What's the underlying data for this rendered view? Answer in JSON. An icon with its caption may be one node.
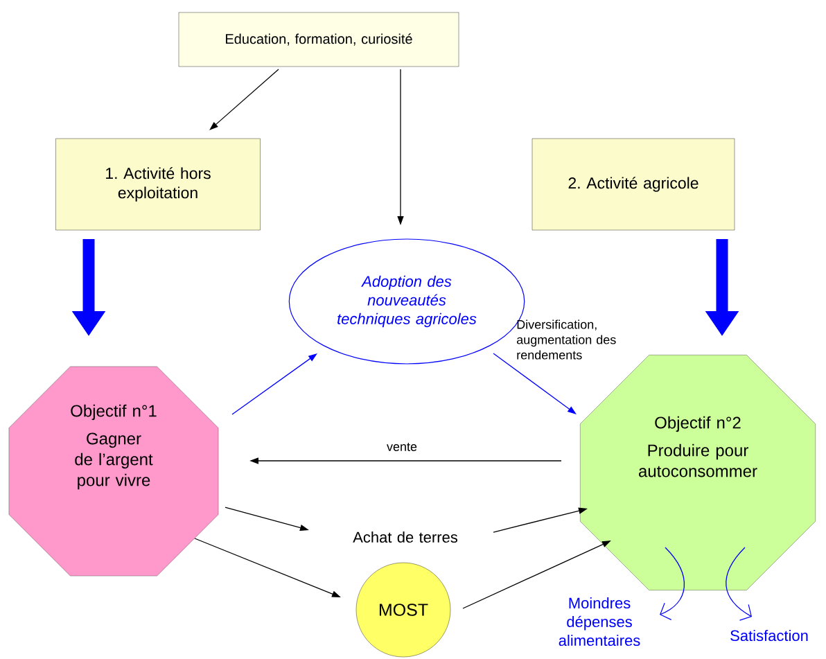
{
  "diagram": {
    "nodes": [
      {
        "text": [
          "Education, formation, curiosité"
        ]
      },
      {
        "text": [
          "1. Activité hors exploitation"
        ]
      },
      {
        "text": [
          "2. Activité agricole"
        ]
      },
      {
        "text": [
          "Adoption des nouveautés techniques agricoles"
        ]
      },
      {
        "text": [
          "Objectif n°1",
          "Gagner de l’argent pour vivre"
        ]
      },
      {
        "text": [
          "Objectif n°2",
          "Produire pour autoconsommer"
        ]
      },
      {
        "text": [
          "Achat de terres"
        ]
      },
      {
        "text": [
          "MOST"
        ]
      },
      {
        "text": [
          "Moindres dépenses alimentaires"
        ]
      },
      {
        "text": [
          "Satisfaction"
        ]
      }
    ],
    "edges": [
      {
        "from": 0,
        "to": 1,
        "arrow": "to"
      },
      {
        "from": 0,
        "to": 3,
        "arrow": "to"
      },
      {
        "from": 1,
        "to": 4,
        "arrow": "to",
        "style": "thick",
        "color": "#0000ff"
      },
      {
        "from": 2,
        "to": 5,
        "arrow": "to",
        "style": "thick",
        "color": "#0000ff"
      },
      {
        "from": 4,
        "to": 3,
        "arrow": "to",
        "color": "#0000ff"
      },
      {
        "from": 3,
        "to": 5,
        "arrow": "to",
        "color": "#0000ff",
        "label": "Diversification, augmentation des rendements"
      },
      {
        "from": 5,
        "to": 4,
        "arrow": "to",
        "label": "vente"
      },
      {
        "from": 4,
        "to": 6,
        "arrow": "to"
      },
      {
        "from": 6,
        "to": 5,
        "arrow": "to"
      },
      {
        "from": 4,
        "to": 7,
        "arrow": "to"
      },
      {
        "from": 7,
        "to": 5,
        "arrow": "to"
      },
      {
        "from": 5,
        "to": 8,
        "arrow": "to",
        "color": "#0000ff"
      },
      {
        "from": 5,
        "to": 9,
        "arrow": "to",
        "color": "#0000ff"
      }
    ]
  }
}
